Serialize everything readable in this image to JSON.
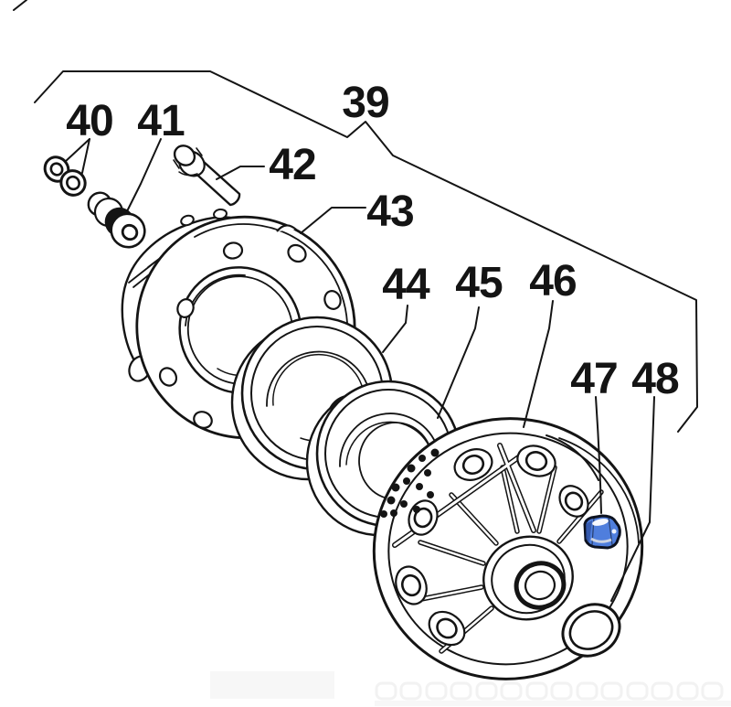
{
  "figure": {
    "type": "exploded-parts-diagram",
    "background": "#ffffff",
    "line_color": "#141414",
    "accent_blue": "#4f7edd",
    "accent_blue_shadow": "#2b4c9b"
  },
  "callouts": {
    "c39": {
      "label": "39"
    },
    "c40": {
      "label": "40"
    },
    "c41": {
      "label": "41"
    },
    "c42": {
      "label": "42"
    },
    "c43": {
      "label": "43"
    },
    "c44": {
      "label": "44"
    },
    "c45": {
      "label": "45"
    },
    "c46": {
      "label": "46"
    },
    "c47": {
      "label": "47"
    },
    "c48": {
      "label": "48"
    }
  }
}
